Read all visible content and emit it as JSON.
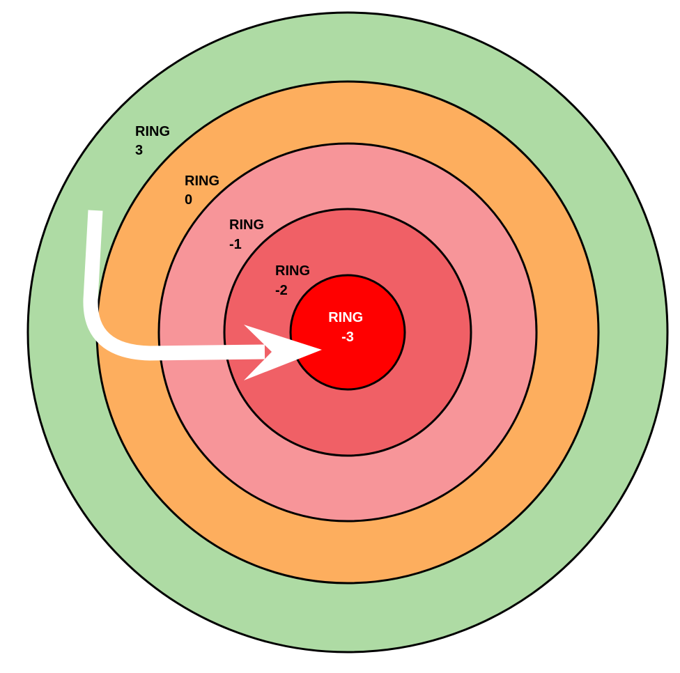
{
  "rings": [
    {
      "line1": "RING",
      "line2": "3",
      "color": "#aedba4",
      "text_color": "#000000"
    },
    {
      "line1": "RING",
      "line2": "0",
      "color": "#fdae5e",
      "text_color": "#000000"
    },
    {
      "line1": "RING",
      "line2": "-1",
      "color": "#f79599",
      "text_color": "#000000"
    },
    {
      "line1": "RING",
      "line2": "-2",
      "color": "#f06066",
      "text_color": "#000000"
    },
    {
      "line1": "RING",
      "line2": "-3",
      "color": "#ff0000",
      "text_color": "#ffffff"
    }
  ],
  "stroke_color": "#000000",
  "arrow_color": "#ffffff"
}
